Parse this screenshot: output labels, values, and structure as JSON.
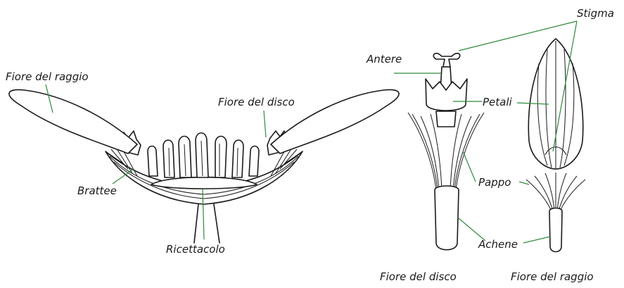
{
  "labels": {
    "fiore_del_raggio": "Fiore del raggio",
    "fiore_del_disco": "Fiore del disco",
    "brattee": "Brattee",
    "ricettacolo": "Ricettacolo",
    "antere": "Antere",
    "stigma": "Stigma",
    "petali": "Petali",
    "pappo": "Pappo",
    "achene": "Achene"
  },
  "captions": {
    "disc_floret": "Fiore del disco",
    "ray_floret": "Fiore del raggio"
  },
  "colors": {
    "leader_line": "#2f8a3a",
    "outline": "#1a1a1a",
    "background": "#ffffff"
  }
}
